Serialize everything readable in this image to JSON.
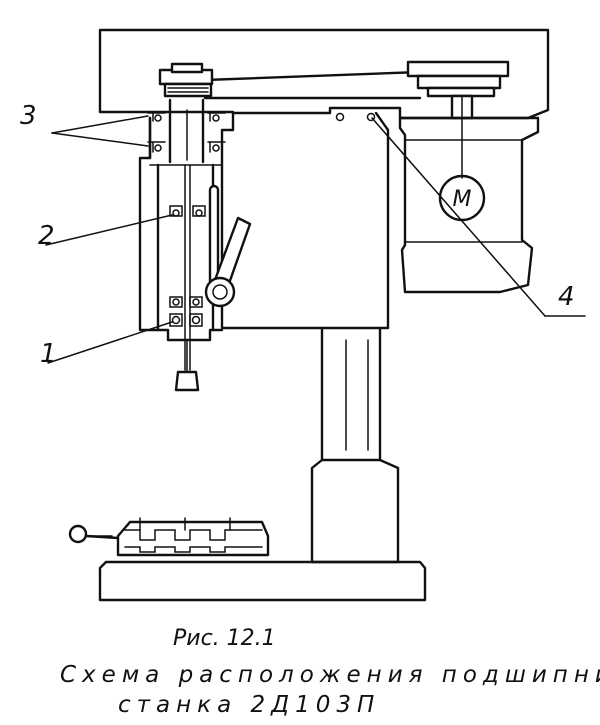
{
  "callouts": {
    "c1": "1",
    "c2": "2",
    "c3": "3",
    "c4": "4"
  },
  "motor": {
    "label": "M"
  },
  "caption": {
    "figure": "Рис. 12.1",
    "line1": "Схема  расположения  подшипников",
    "line2": "станка  2Д103П"
  }
}
